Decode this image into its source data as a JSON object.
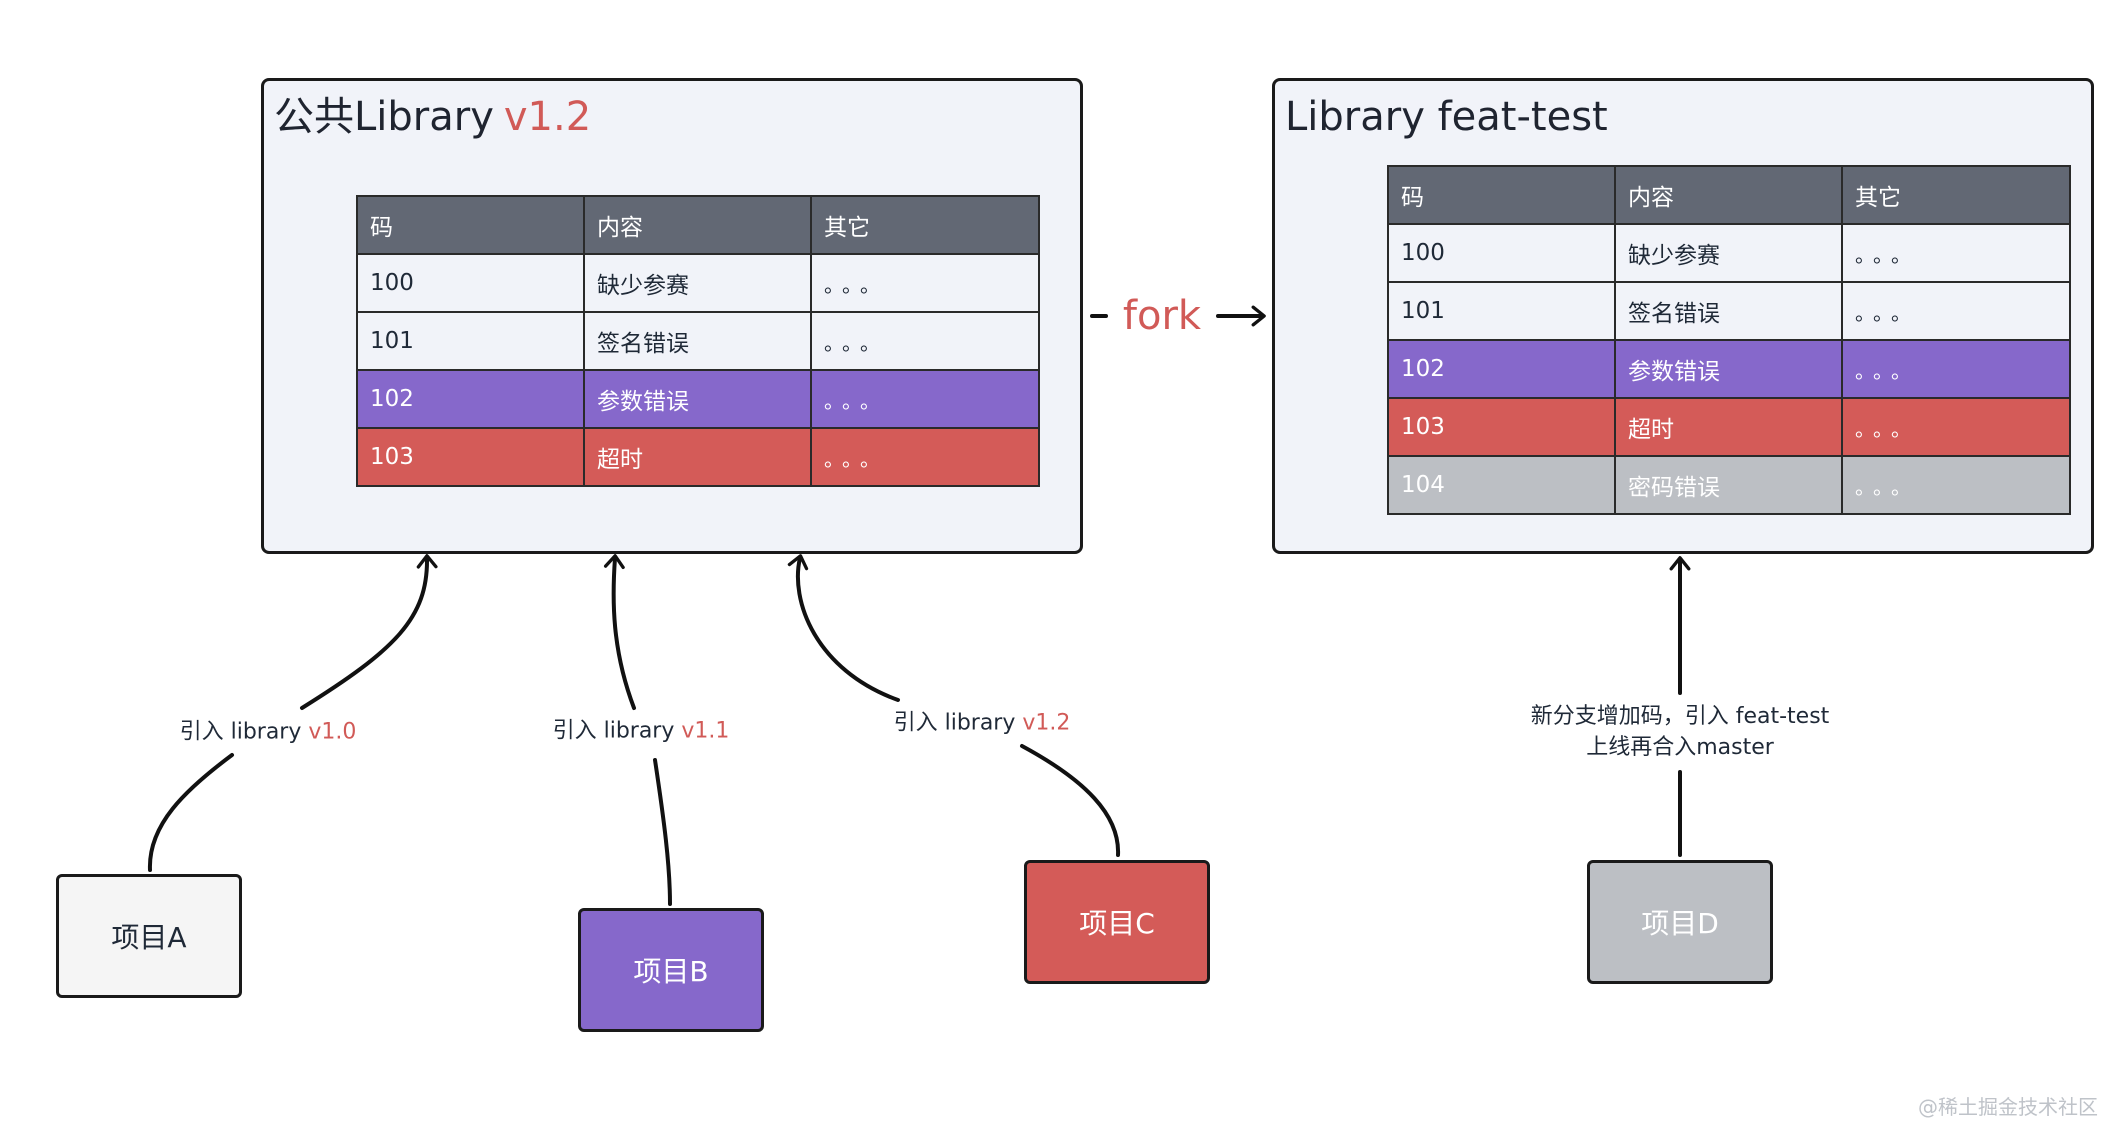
{
  "left_panel": {
    "title": "公共Library",
    "version": "v1.2",
    "headers": [
      "码",
      "内容",
      "其它"
    ],
    "rows": [
      {
        "code": "100",
        "content": "缺少参赛",
        "other": "。。。",
        "style": "plain"
      },
      {
        "code": "101",
        "content": "签名错误",
        "other": "。。。",
        "style": "plain"
      },
      {
        "code": "102",
        "content": "参数错误",
        "other": "。。。",
        "style": "purple"
      },
      {
        "code": "103",
        "content": "超时",
        "other": "。。。",
        "style": "red"
      }
    ]
  },
  "right_panel": {
    "title": "Library feat-test",
    "headers": [
      "码",
      "内容",
      "其它"
    ],
    "rows": [
      {
        "code": "100",
        "content": "缺少参赛",
        "other": "。。。",
        "style": "plain"
      },
      {
        "code": "101",
        "content": "签名错误",
        "other": "。。。",
        "style": "plain"
      },
      {
        "code": "102",
        "content": "参数错误",
        "other": "。。。",
        "style": "purple"
      },
      {
        "code": "103",
        "content": "超时",
        "other": "。。。",
        "style": "red"
      },
      {
        "code": "104",
        "content": "密码错误",
        "other": "。。。",
        "style": "grey"
      }
    ]
  },
  "fork_label": "fork",
  "projects": {
    "a": {
      "label": "项目A",
      "color": "#f5f5f5"
    },
    "b": {
      "label": "项目B",
      "color": "#8668cb"
    },
    "c": {
      "label": "项目C",
      "color": "#d45b58"
    },
    "d": {
      "label": "项目D",
      "color": "#bcbfc4"
    }
  },
  "edges": {
    "a": {
      "prefix": "引入 library ",
      "version": "v1.0"
    },
    "b": {
      "prefix": "引入 library ",
      "version": "v1.1"
    },
    "c": {
      "prefix": "引入 library ",
      "version": "v1.2"
    },
    "d": {
      "line1": "新分支增加码，引入 feat-test",
      "line2": "上线再合入master"
    }
  },
  "colors": {
    "accent_red": "#d15a57",
    "purple": "#8668cb",
    "red": "#d45b58",
    "grey": "#bcbfc4",
    "header": "#626874",
    "panel_bg": "#f1f3f9"
  },
  "watermark": "@稀土掘金技术社区"
}
